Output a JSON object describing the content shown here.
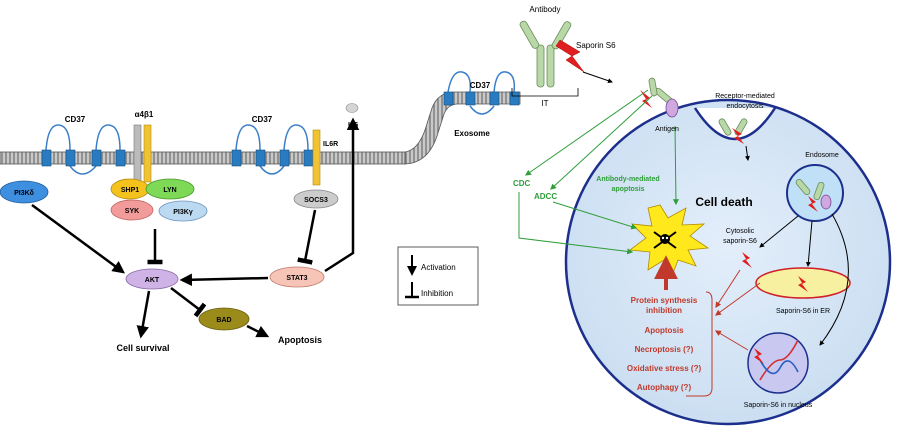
{
  "pathway": {
    "cd37_left": "CD37",
    "integrin": "α4β1",
    "cd37_mid": "CD37",
    "il6r": "IL6R",
    "il6": "IL6",
    "pi3k_delta": "PI3Kδ",
    "shp1": "SHP1",
    "lyn": "LYN",
    "syk": "SYK",
    "pi3k_gamma": "PI3Kγ",
    "socs3": "SOCS3",
    "akt": "AKT",
    "stat3": "STAT3",
    "bad": "BAD",
    "cell_survival": "Cell survival",
    "apoptosis": "Apoptosis",
    "cd37_exosome": "CD37",
    "exosome": "Exosome"
  },
  "legend": {
    "activation": "Activation",
    "inhibition": "Inhibition"
  },
  "immunotoxin": {
    "antibody": "Antibody",
    "saporin": "Saporin S6",
    "it": "IT",
    "antigen": "Antigen",
    "receptor_mediated": "Receptor-mediated",
    "endocytosis": "endocytosis",
    "endosome": "Endosome",
    "cdc": "CDC",
    "adcc": "ADCC",
    "ab_mediated_1": "Antibody-mediated",
    "ab_mediated_2": "apoptosis",
    "cell_death": "Cell death",
    "cytosolic_1": "Cytosolic",
    "cytosolic_2": "saporin-S6",
    "saporin_er": "Saporin-S6 in ER",
    "saporin_nucleus": "Saporin-S6 in nucleus",
    "effects": [
      "Protein synthesis",
      "inhibition",
      "Apoptosis",
      "Necroptosis (?)",
      "Oxidative stress (?)",
      "Autophagy (?)"
    ]
  },
  "colors": {
    "pathway_arrow": "#000000",
    "green_arrow": "#2e9e3a",
    "red_arrow": "#c0392b",
    "cell_fill": "#d8e8f6",
    "cell_border": "#1c2f8c",
    "er_fill": "#f6f0a0",
    "pi3k_delta": "#3e8fe0",
    "shp1": "#f4c21c",
    "lyn": "#7ed957",
    "syk": "#f29b9b",
    "pi3k_gamma": "#bcd9f2",
    "socs3": "#cccccc",
    "akt": "#cfb2e6",
    "stat3": "#f7c4b8",
    "bad": "#9b8b1a"
  }
}
